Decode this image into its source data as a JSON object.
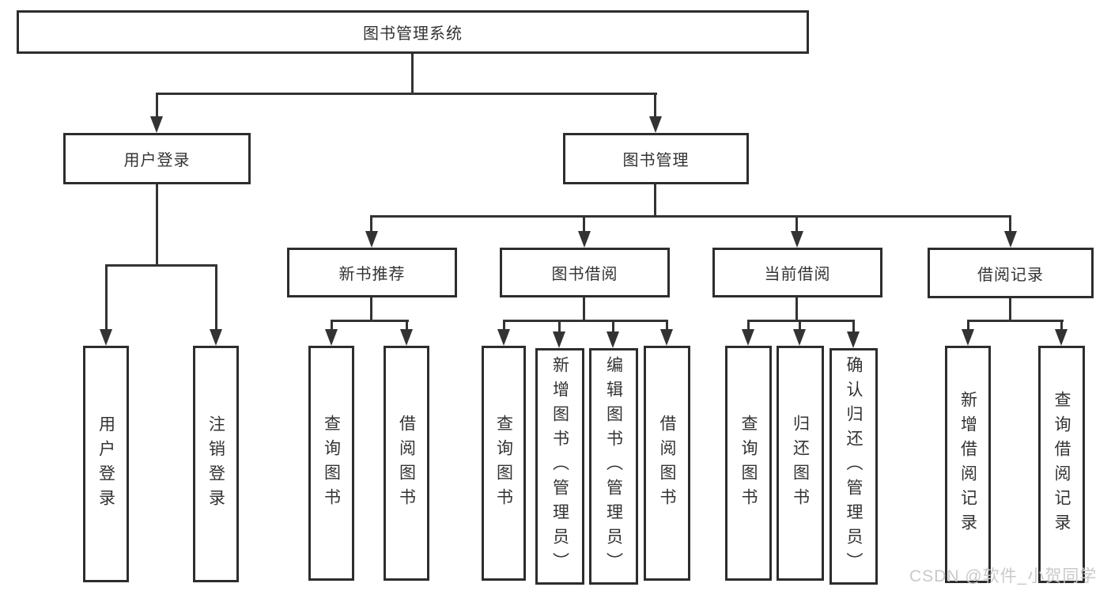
{
  "diagram": {
    "title": "图书管理系统",
    "root": {
      "label": "图书管理系统"
    },
    "level2": [
      {
        "label": "用户登录"
      },
      {
        "label": "图书管理"
      }
    ],
    "level3": [
      {
        "label": "新书推荐"
      },
      {
        "label": "图书借阅"
      },
      {
        "label": "当前借阅"
      },
      {
        "label": "借阅记录"
      }
    ],
    "leaves": {
      "user_login": [
        {
          "label": "用户登录"
        },
        {
          "label": "注销登录"
        }
      ],
      "new_books": [
        {
          "label": "查询图书"
        },
        {
          "label": "借阅图书"
        }
      ],
      "book_borrow": [
        {
          "label": "查询图书"
        },
        {
          "label": "新增图书（管理员）"
        },
        {
          "label": "编辑图书（管理员）"
        },
        {
          "label": "借阅图书"
        }
      ],
      "current_borrow": [
        {
          "label": "查询图书"
        },
        {
          "label": "归还图书"
        },
        {
          "label": "确认归还（管理员）"
        }
      ],
      "borrow_records": [
        {
          "label": "新增借阅记录"
        },
        {
          "label": "查询借阅记录"
        }
      ]
    }
  },
  "watermark": {
    "text": "CSDN @软件_小贺同学"
  },
  "colors": {
    "line": "#333333",
    "box_border": "#2d2d2d",
    "text": "#333333",
    "watermark": "#c9c9c9",
    "background": "#ffffff"
  }
}
